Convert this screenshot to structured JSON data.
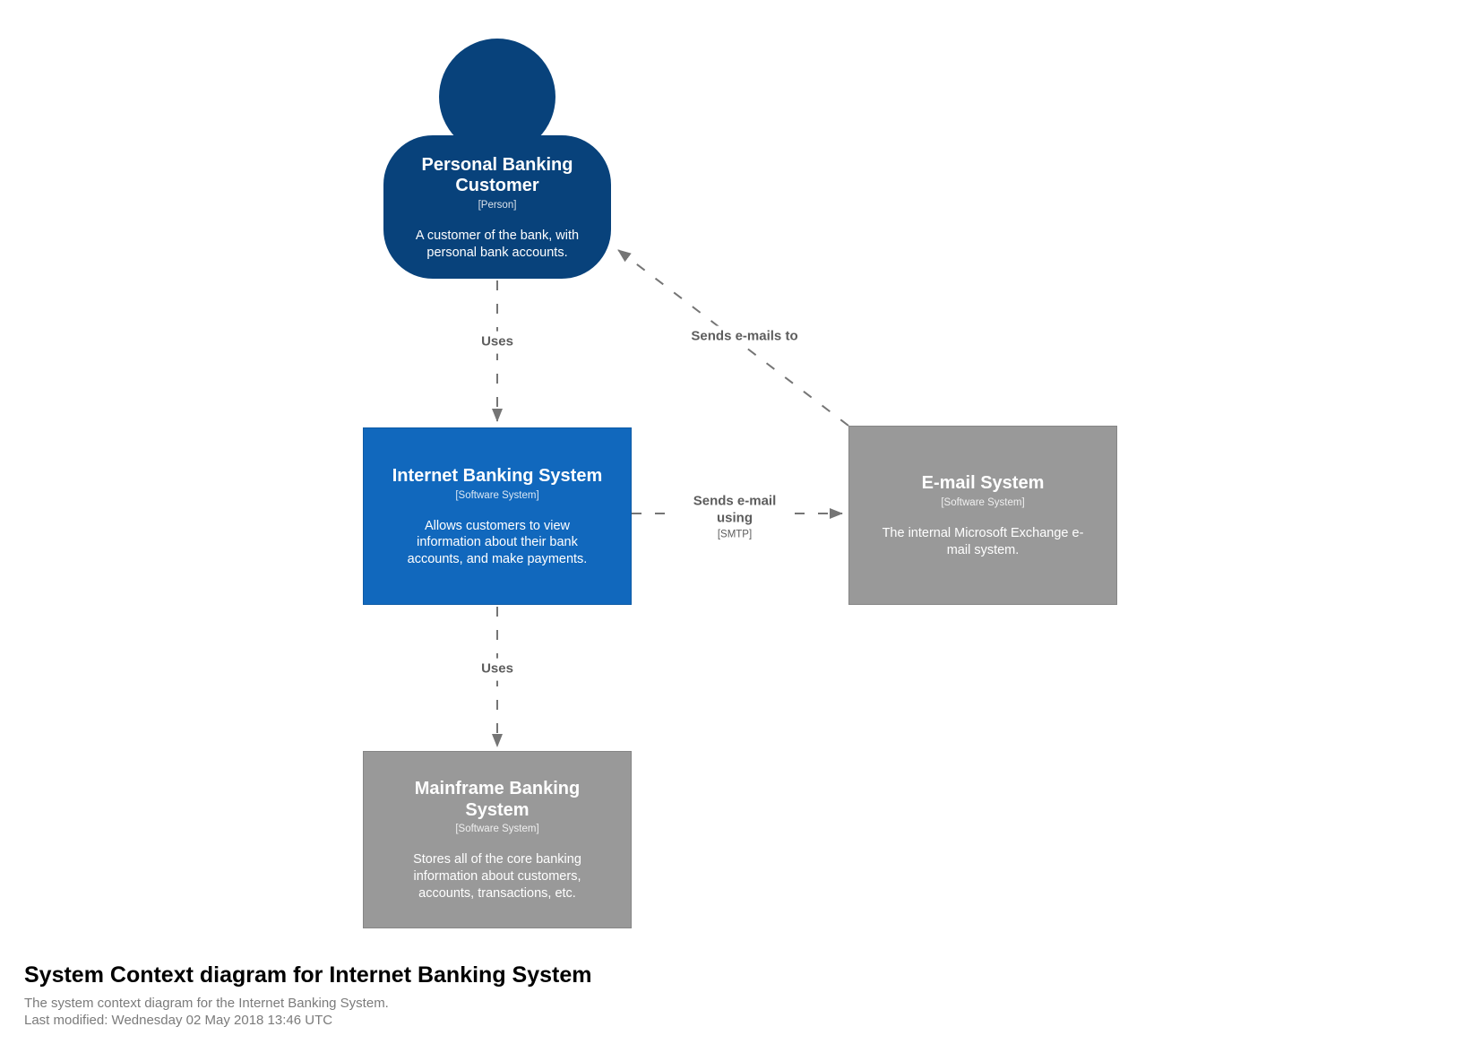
{
  "diagram": {
    "title": "System Context diagram for Internet Banking System",
    "description": "The system context diagram for the Internet Banking System.",
    "last_modified": "Last modified: Wednesday 02 May 2018 13:46 UTC",
    "type": "C4 System Context"
  },
  "colors": {
    "person": "#08427b",
    "software_system": "#1168bd",
    "external_system": "#999999",
    "relationship_line": "#757575",
    "relationship_text": "#5d5d5d",
    "background": "#ffffff"
  },
  "elements": {
    "customer": {
      "name": "Personal Banking Customer",
      "meta": "[Person]",
      "description": "A customer of the bank, with personal bank accounts."
    },
    "internet_banking": {
      "name": "Internet Banking System",
      "meta": "[Software System]",
      "description": "Allows customers to view information about their bank accounts, and make payments."
    },
    "email": {
      "name": "E-mail System",
      "meta": "[Software System]",
      "description": "The internal Microsoft Exchange e-mail system."
    },
    "mainframe": {
      "name": "Mainframe Banking System",
      "meta": "[Software System]",
      "description": "Stores all of the core banking information about customers, accounts, transactions, etc."
    }
  },
  "relationships": [
    {
      "source": "Personal Banking Customer",
      "target": "Internet Banking System",
      "label": "Uses"
    },
    {
      "source": "Internet Banking System",
      "target": "E-mail System",
      "label": "Sends e-mail using",
      "technology": "[SMTP]"
    },
    {
      "source": "E-mail System",
      "target": "Personal Banking Customer",
      "label": "Sends e-mails to"
    },
    {
      "source": "Internet Banking System",
      "target": "Mainframe Banking System",
      "label": "Uses"
    }
  ]
}
